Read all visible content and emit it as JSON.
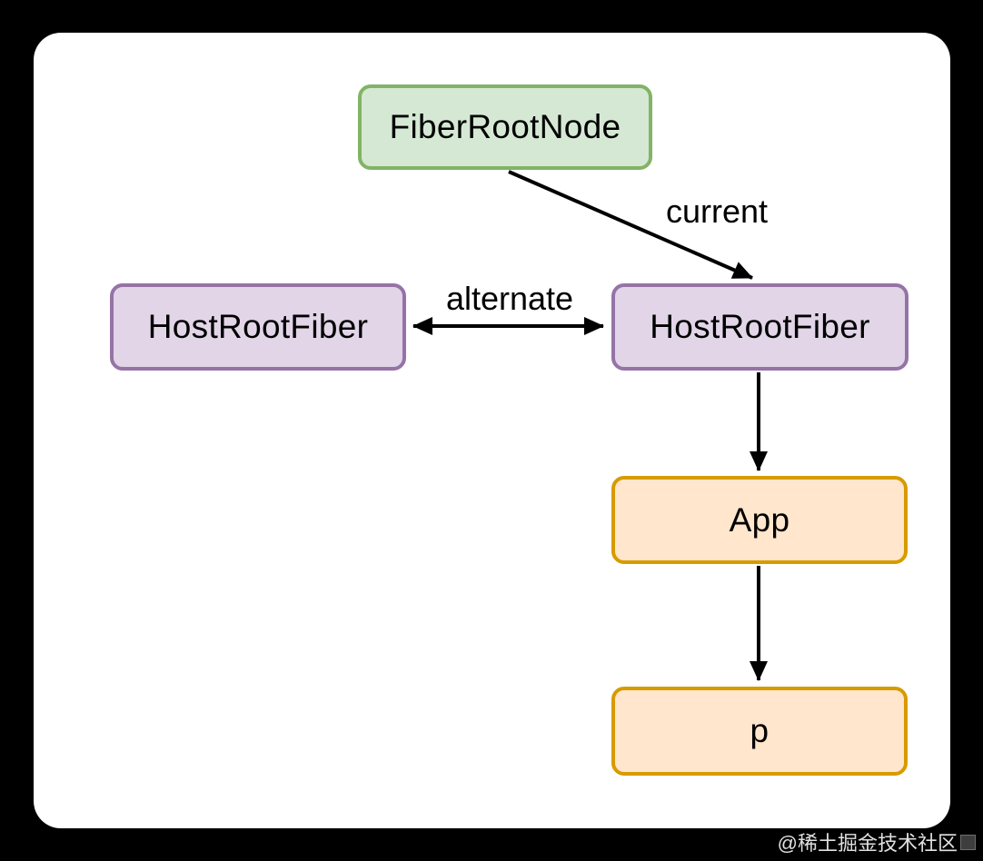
{
  "page": {
    "background_color": "#000000",
    "canvas_color": "#ffffff"
  },
  "diagram": {
    "nodes": {
      "fiberRootNode": {
        "label": "FiberRootNode",
        "fill": "#d5e8d4",
        "stroke": "#82b366"
      },
      "hostRootFiberLeft": {
        "label": "HostRootFiber",
        "fill": "#e1d5e7",
        "stroke": "#9673a6"
      },
      "hostRootFiberRight": {
        "label": "HostRootFiber",
        "fill": "#e1d5e7",
        "stroke": "#9673a6"
      },
      "app": {
        "label": "App",
        "fill": "#ffe6cc",
        "stroke": "#d79b00"
      },
      "p": {
        "label": "p",
        "fill": "#ffe6cc",
        "stroke": "#d79b00"
      }
    },
    "edges": {
      "current": {
        "label": "current",
        "from": "fiberRootNode",
        "to": "hostRootFiberRight",
        "direction": "one-way"
      },
      "alternate": {
        "label": "alternate",
        "from": "hostRootFiberLeft",
        "to": "hostRootFiberRight",
        "direction": "two-way"
      },
      "hostToApp": {
        "label": "",
        "from": "hostRootFiberRight",
        "to": "app",
        "direction": "one-way"
      },
      "appToP": {
        "label": "",
        "from": "app",
        "to": "p",
        "direction": "one-way"
      }
    },
    "arrow_color": "#000000",
    "text_color": "#000000"
  },
  "watermark": {
    "text": "@稀土掘金技术社区"
  }
}
